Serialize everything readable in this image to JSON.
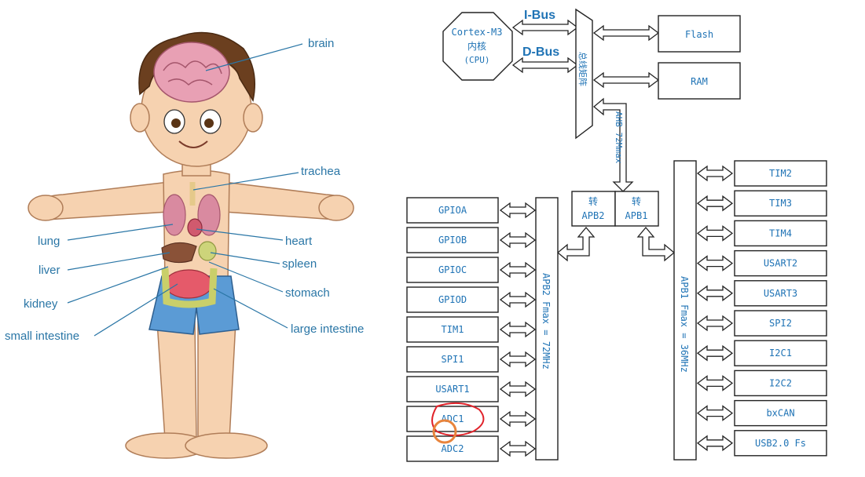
{
  "anatomy": {
    "labels": {
      "brain": "brain",
      "trachea": "trachea",
      "lung": "lung",
      "heart": "heart",
      "liver": "liver",
      "spleen": "spleen",
      "kidney": "kidney",
      "stomach": "stomach",
      "small_intestine": "small intestine",
      "large_intestine": "large intestine"
    }
  },
  "arch": {
    "cpu": {
      "line1": "Cortex-M3",
      "line2": "内核",
      "line3": "(CPU)"
    },
    "ibus": "I-Bus",
    "dbus": "D-Bus",
    "bus_matrix": "总线矩阵",
    "flash": "Flash",
    "ram": "RAM",
    "ahb": "AHB 72Mmax",
    "bridge_apb2": {
      "line1": "转",
      "line2": "APB2"
    },
    "bridge_apb1": {
      "line1": "转",
      "line2": "APB1"
    },
    "apb2_bus": "APB2 Fmax = 72MHz",
    "apb1_bus": "APB1 Fmax = 36MHz",
    "apb2_periph": [
      "GPIOA",
      "GPIOB",
      "GPIOC",
      "GPIOD",
      "TIM1",
      "SPI1",
      "USART1",
      "ADC1",
      "ADC2"
    ],
    "apb1_periph": [
      "TIM2",
      "TIM3",
      "TIM4",
      "USART2",
      "USART3",
      "SPI2",
      "I2C1",
      "I2C2",
      "bxCAN",
      "USB2.0 Fs"
    ]
  },
  "colors": {
    "label_blue": "#2a76a6",
    "mono_blue": "#1f73b5",
    "skin": "#f6d2b0",
    "hair": "#6b3f1f",
    "shorts": "#5b9bd5",
    "annotation_red": "#e0222a",
    "cursor_orange": "#e8843c"
  }
}
